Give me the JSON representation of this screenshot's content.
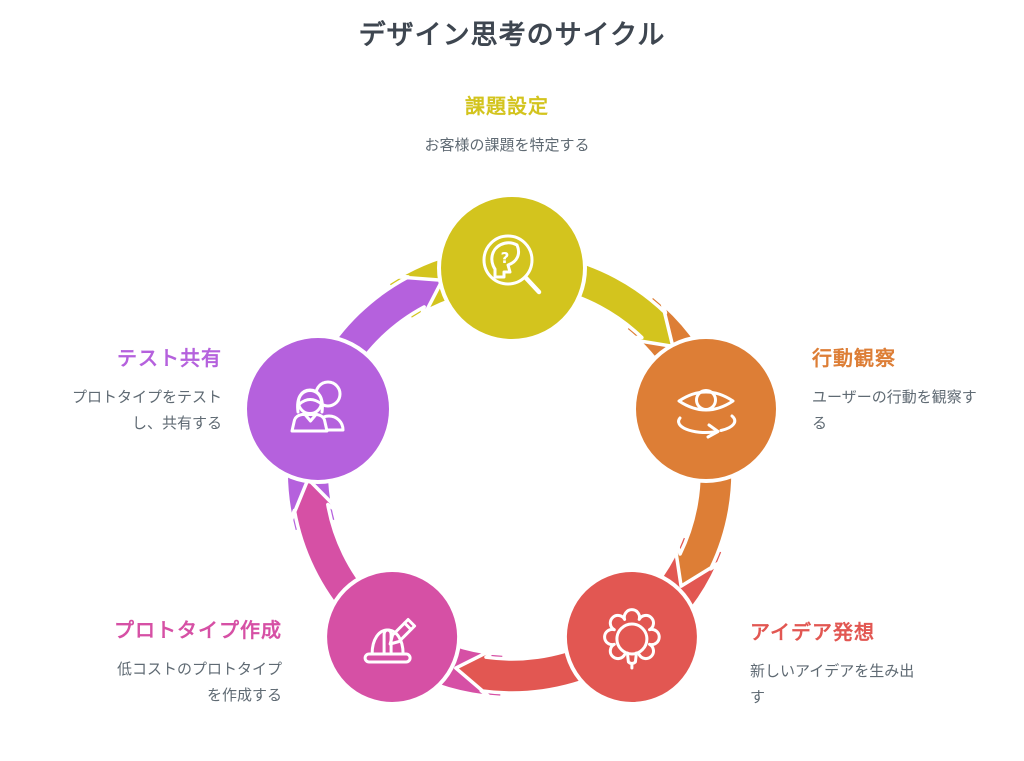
{
  "title": "デザイン思考のサイクル",
  "cycle_order": [
    "problem-framing",
    "behavior-observation",
    "ideation",
    "prototyping",
    "test-sharing"
  ],
  "nodes": [
    {
      "id": "problem-framing",
      "label": "課題設定",
      "desc_lines": [
        "お客様の課題を特定する"
      ],
      "color": "#d3c41e",
      "icon": "head-search"
    },
    {
      "id": "behavior-observation",
      "label": "行動観察",
      "desc_lines": [
        "ユーザーの行動を観察す",
        "る"
      ],
      "color": "#dd7e36",
      "icon": "eye-cycle"
    },
    {
      "id": "ideation",
      "label": "アイデア発想",
      "desc_lines": [
        "新しいアイデアを生み出",
        "す"
      ],
      "color": "#e25752",
      "icon": "gear-bulb"
    },
    {
      "id": "prototyping",
      "label": "プロトタイプ作成",
      "desc_lines": [
        "低コストのプロトタイプ",
        "を作成する"
      ],
      "color": "#d650a5",
      "icon": "helmet-pencil"
    },
    {
      "id": "test-sharing",
      "label": "テスト共有",
      "desc_lines": [
        "プロトタイプをテスト",
        "し、共有する"
      ],
      "color": "#b561dd",
      "icon": "users"
    }
  ],
  "colors": {
    "background": "#ffffff",
    "title_text": "#3e4650",
    "desc_text": "#5f6a73",
    "outline": "#ffffff"
  }
}
